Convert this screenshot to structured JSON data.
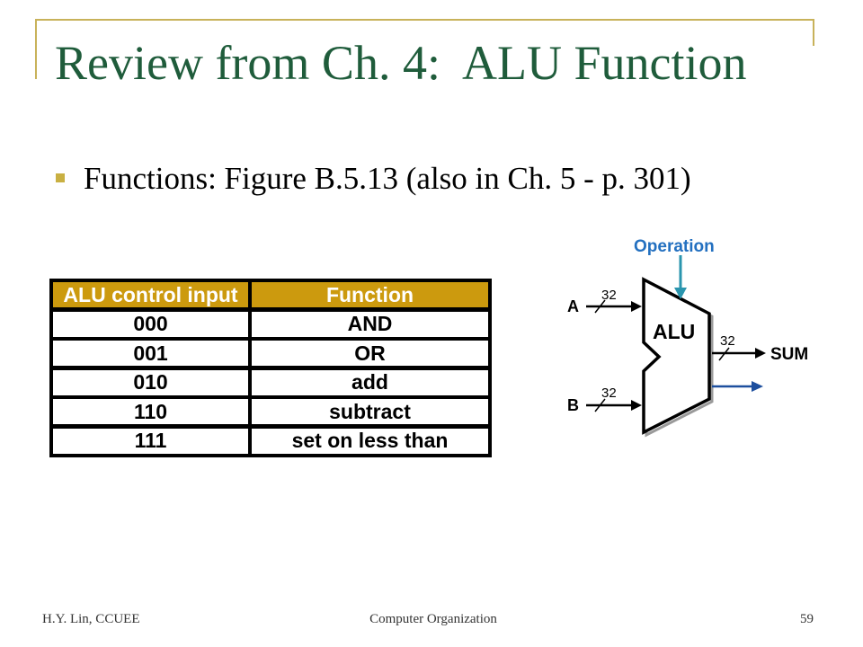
{
  "slide": {
    "title": "Review from Ch. 4:  ALU Function",
    "bullet_icon": "square-bullet",
    "bullets": [
      "Functions: Figure B.5.13 (also in Ch. 5 - p. 301)"
    ]
  },
  "table": {
    "headers": [
      "ALU control input",
      "Function"
    ],
    "rows": [
      [
        "000",
        "AND"
      ],
      [
        "001",
        "OR"
      ],
      [
        "010",
        "add"
      ],
      [
        "110",
        "subtract"
      ],
      [
        "111",
        "set on less than"
      ]
    ]
  },
  "diagram": {
    "control": {
      "label": "Operation"
    },
    "block": {
      "label": "ALU"
    },
    "inputs": [
      {
        "name": "A",
        "bus_width": "32"
      },
      {
        "name": "B",
        "bus_width": "32"
      }
    ],
    "output": {
      "name": "SUM",
      "bus_width": "32"
    }
  },
  "footer": {
    "author": "H.Y. Lin, CCUEE",
    "course": "Computer Organization",
    "page_number": "59"
  },
  "colors": {
    "title": "#1F5C3B",
    "frame": "#C8B25A",
    "bullet": "#C9B042",
    "table_header": "#CC9A0E",
    "operation_label": "#2370C0",
    "operation_arrow": "#2A95AE",
    "secondary_output_arrow": "#1D4F9E"
  }
}
